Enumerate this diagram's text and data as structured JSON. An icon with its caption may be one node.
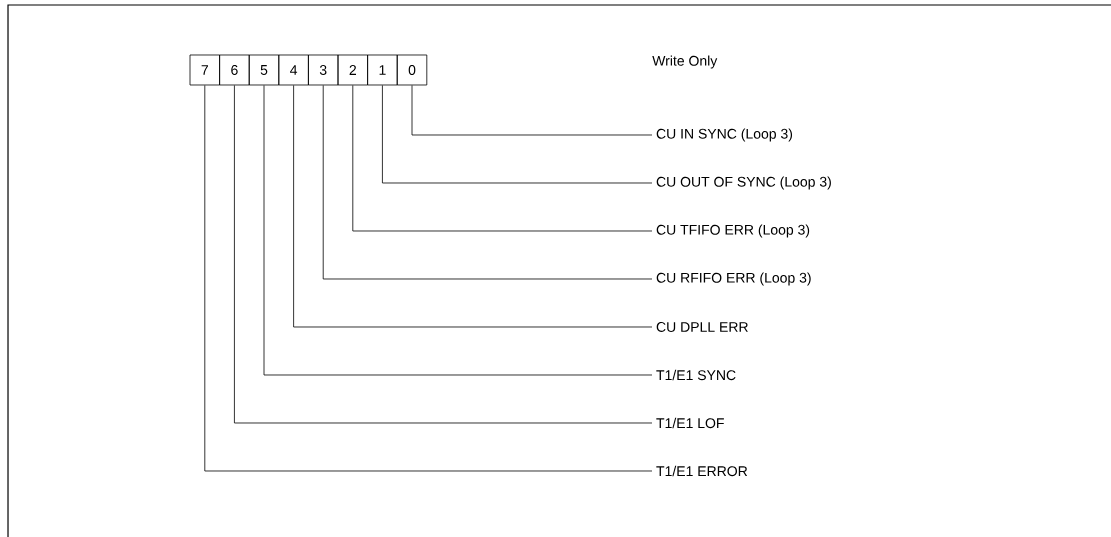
{
  "diagram": {
    "nodes": [
      {
        "text": [
          "7"
        ]
      },
      {
        "text": [
          "6"
        ]
      },
      {
        "text": [
          "5"
        ]
      },
      {
        "text": [
          "4"
        ]
      },
      {
        "text": [
          "3"
        ]
      },
      {
        "text": [
          "2"
        ]
      },
      {
        "text": [
          "1"
        ]
      },
      {
        "text": [
          "0"
        ]
      },
      {
        "text": [
          "CU IN SYNC (Loop 3)"
        ]
      },
      {
        "text": [
          "CU OUT OF SYNC (Loop 3)"
        ]
      },
      {
        "text": [
          "CU TFIFO ERR (Loop 3)"
        ]
      },
      {
        "text": [
          "CU RFIFO ERR (Loop 3)"
        ]
      },
      {
        "text": [
          "CU DPLL ERR"
        ]
      },
      {
        "text": [
          "T1/E1 SYNC"
        ]
      },
      {
        "text": [
          "T1/E1 LOF"
        ]
      },
      {
        "text": [
          "T1/E1 ERROR"
        ]
      }
    ],
    "edges": [
      {
        "from": 7,
        "to": 8,
        "arrow": "none"
      },
      {
        "from": 6,
        "to": 9,
        "arrow": "none"
      },
      {
        "from": 5,
        "to": 10,
        "arrow": "none"
      },
      {
        "from": 4,
        "to": 11,
        "arrow": "none"
      },
      {
        "from": 3,
        "to": 12,
        "arrow": "none"
      },
      {
        "from": 2,
        "to": 13,
        "arrow": "none"
      },
      {
        "from": 1,
        "to": 14,
        "arrow": "none"
      },
      {
        "from": 0,
        "to": 15,
        "arrow": "none"
      }
    ],
    "labels": [
      "Write Only"
    ]
  }
}
